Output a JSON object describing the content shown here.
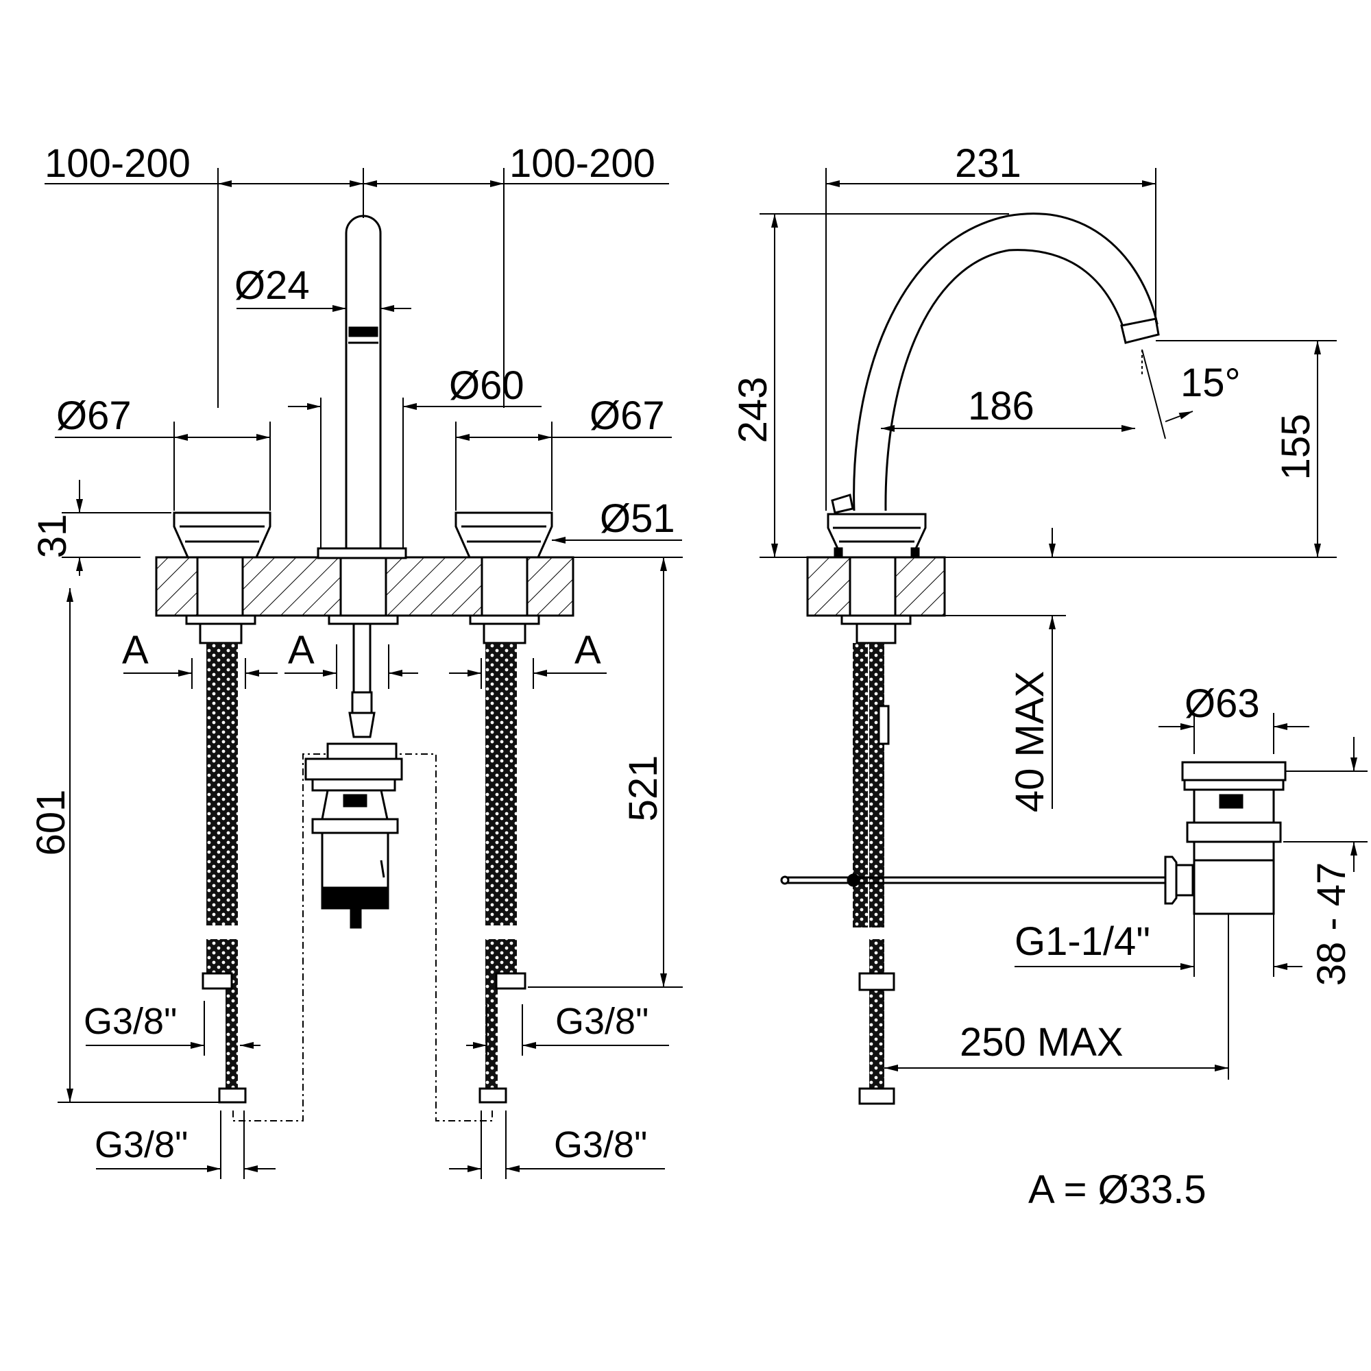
{
  "front_view": {
    "spacing_left": "100-200",
    "spacing_right": "100-200",
    "spout_diameter": "Ø24",
    "spout_base_diameter": "Ø60",
    "handle_left_diameter": "Ø67",
    "handle_right_diameter": "Ø67",
    "handle_base_diameter": "Ø51",
    "handle_height": "31",
    "hose_length_total": "601",
    "hose_length_inner": "521",
    "hole_left": "A",
    "hole_center": "A",
    "hole_right": "A",
    "thread_upper_left": "G3/8\"",
    "thread_upper_right": "G3/8\"",
    "thread_lower_left": "G3/8\"",
    "thread_lower_right": "G3/8\""
  },
  "side_view": {
    "spout_reach": "231",
    "spout_height": "243",
    "lever_reach": "186",
    "outlet_height": "155",
    "outlet_angle": "15°",
    "deck_thickness": "40 MAX",
    "waste_diameter": "Ø63",
    "waste_height": "38 - 47",
    "waste_thread": "G1-1/4\"",
    "rod_length": "250 MAX"
  },
  "note": "A = Ø33.5"
}
